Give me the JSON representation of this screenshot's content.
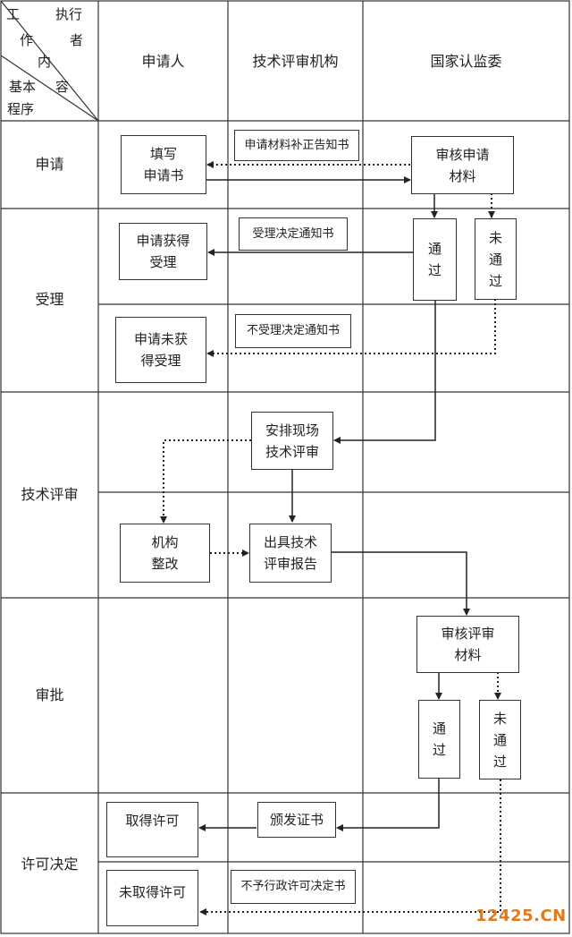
{
  "header": {
    "corner": [
      "工",
      "执行",
      "作",
      "者",
      "内",
      "基本",
      "容",
      "程序"
    ],
    "columns": [
      "申请人",
      "技术评审机构",
      "国家认监委"
    ]
  },
  "rows": [
    "申请",
    "受理",
    "技术评审",
    "审批",
    "许可决定"
  ],
  "boxes": {
    "fill_form": "填写\n申请书",
    "supplement_notice": "申请材料补正告知书",
    "review_materials": "审核申请\n材料",
    "accepted": "申请获得\n受理",
    "accept_notice": "受理决定通知书",
    "pass_1": "通\n过",
    "fail_1": "未\n通\n过",
    "not_accepted": "申请未获\n得受理",
    "reject_notice": "不受理决定通知书",
    "arrange_review": "安排现场\n技术评审",
    "rectify": "机构\n整改",
    "issue_report": "出具技术\n评审报告",
    "review_eval": "审核评审\n材料",
    "pass_2": "通\n过",
    "fail_2": "未\n通\n过",
    "get_license": "取得许可",
    "issue_cert": "颁发证书",
    "no_license": "未取得许可",
    "deny_notice": "不予行政许可决定书"
  },
  "watermark": "12425.CN"
}
